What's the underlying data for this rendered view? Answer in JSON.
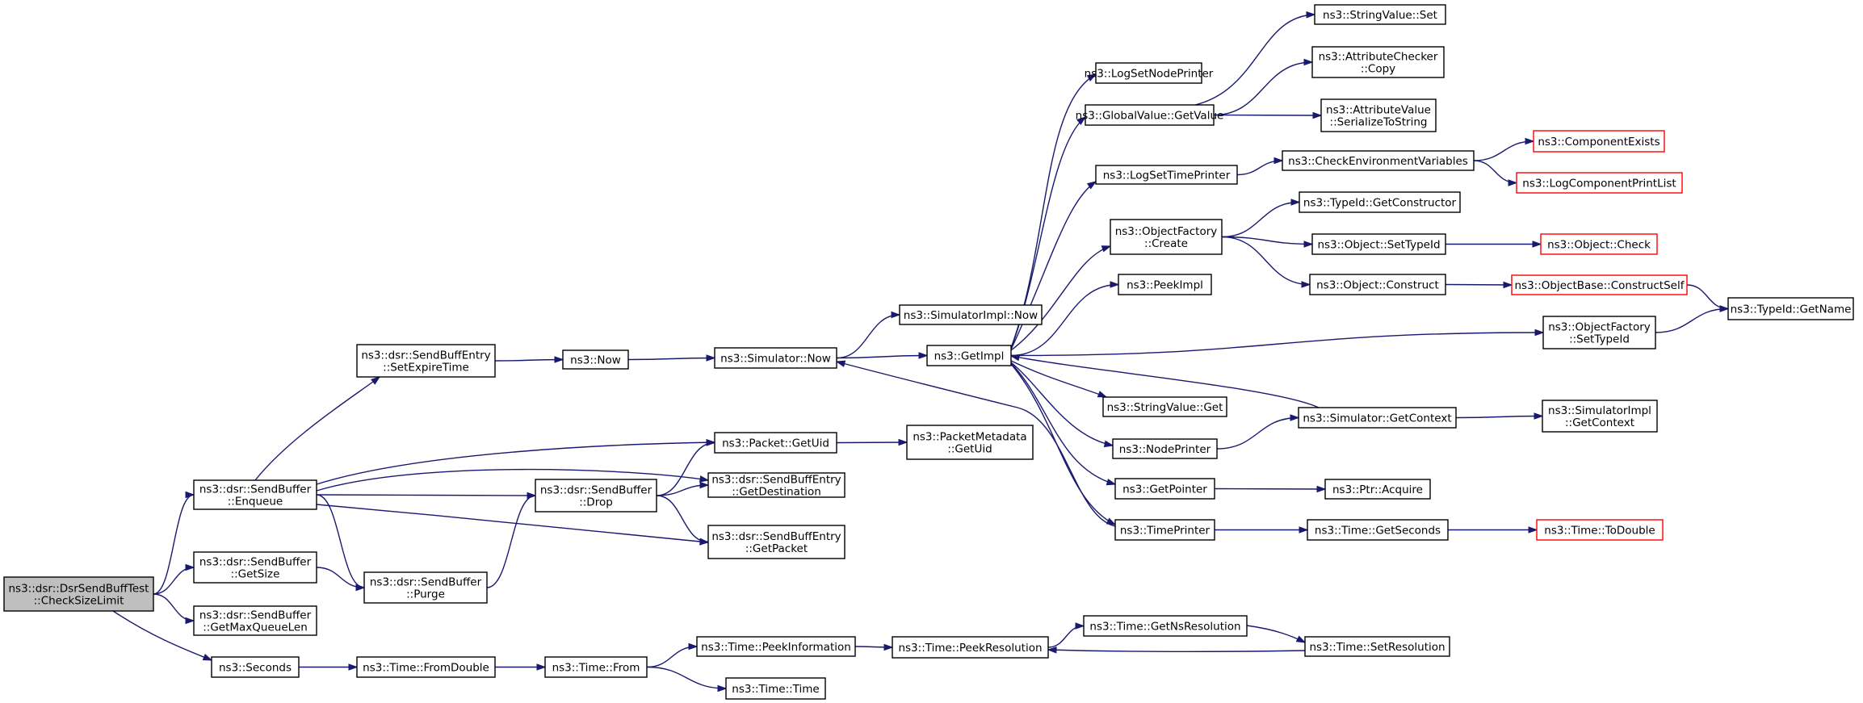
{
  "colors": {
    "edge": "#191970",
    "border_default": "#000000",
    "border_truncated": "#ff0000",
    "fill_root": "#bfbfbf",
    "fill_default": "#ffffff"
  },
  "nodes": [
    {
      "id": "root",
      "lines": [
        "ns3::dsr::DsrSendBuffTest",
        "::CheckSizeLimit"
      ],
      "kind": "root"
    },
    {
      "id": "enqueue",
      "lines": [
        "ns3::dsr::SendBuffer",
        "::Enqueue"
      ]
    },
    {
      "id": "getsize",
      "lines": [
        "ns3::dsr::SendBuffer",
        "::GetSize"
      ]
    },
    {
      "id": "getmaxq",
      "lines": [
        "ns3::dsr::SendBuffer",
        "::GetMaxQueueLen"
      ]
    },
    {
      "id": "seconds",
      "lines": [
        "ns3::Seconds"
      ]
    },
    {
      "id": "setexpire",
      "lines": [
        "ns3::dsr::SendBuffEntry",
        "::SetExpireTime"
      ]
    },
    {
      "id": "purge",
      "lines": [
        "ns3::dsr::SendBuffer",
        "::Purge"
      ]
    },
    {
      "id": "fromdouble",
      "lines": [
        "ns3::Time::FromDouble"
      ]
    },
    {
      "id": "now",
      "lines": [
        "ns3::Now"
      ]
    },
    {
      "id": "drop",
      "lines": [
        "ns3::dsr::SendBuffer",
        "::Drop"
      ]
    },
    {
      "id": "timefrom",
      "lines": [
        "ns3::Time::From"
      ]
    },
    {
      "id": "simnow",
      "lines": [
        "ns3::Simulator::Now"
      ]
    },
    {
      "id": "pktuid",
      "lines": [
        "ns3::Packet::GetUid"
      ]
    },
    {
      "id": "getdest",
      "lines": [
        "ns3::dsr::SendBuffEntry",
        "::GetDestination"
      ]
    },
    {
      "id": "getpacket",
      "lines": [
        "ns3::dsr::SendBuffEntry",
        "::GetPacket"
      ]
    },
    {
      "id": "peekinfo",
      "lines": [
        "ns3::Time::PeekInformation"
      ]
    },
    {
      "id": "timetime",
      "lines": [
        "ns3::Time::Time"
      ]
    },
    {
      "id": "simimplnow",
      "lines": [
        "ns3::SimulatorImpl::Now"
      ]
    },
    {
      "id": "getimpl",
      "lines": [
        "ns3::GetImpl"
      ]
    },
    {
      "id": "pmuid",
      "lines": [
        "ns3::PacketMetadata",
        "::GetUid"
      ]
    },
    {
      "id": "peekres",
      "lines": [
        "ns3::Time::PeekResolution"
      ]
    },
    {
      "id": "lognode",
      "lines": [
        "ns3::LogSetNodePrinter"
      ]
    },
    {
      "id": "gvget",
      "lines": [
        "ns3::GlobalValue::GetValue"
      ]
    },
    {
      "id": "logtime",
      "lines": [
        "ns3::LogSetTimePrinter"
      ]
    },
    {
      "id": "ofcreate",
      "lines": [
        "ns3::ObjectFactory",
        "::Create"
      ]
    },
    {
      "id": "peekimpl",
      "lines": [
        "ns3::PeekImpl"
      ]
    },
    {
      "id": "svget",
      "lines": [
        "ns3::StringValue::Get"
      ]
    },
    {
      "id": "nodeprinter",
      "lines": [
        "ns3::NodePrinter"
      ]
    },
    {
      "id": "getpointer",
      "lines": [
        "ns3::GetPointer"
      ]
    },
    {
      "id": "timeprinter",
      "lines": [
        "ns3::TimePrinter"
      ]
    },
    {
      "id": "getnsres",
      "lines": [
        "ns3::Time::GetNsResolution"
      ]
    },
    {
      "id": "svset",
      "lines": [
        "ns3::StringValue::Set"
      ]
    },
    {
      "id": "accopy",
      "lines": [
        "ns3::AttributeChecker",
        "::Copy"
      ]
    },
    {
      "id": "avser",
      "lines": [
        "ns3::AttributeValue",
        "::SerializeToString"
      ]
    },
    {
      "id": "checkenv",
      "lines": [
        "ns3::CheckEnvironmentVariables"
      ]
    },
    {
      "id": "tidctor",
      "lines": [
        "ns3::TypeId::GetConstructor"
      ]
    },
    {
      "id": "objsettid",
      "lines": [
        "ns3::Object::SetTypeId"
      ]
    },
    {
      "id": "objconstruct",
      "lines": [
        "ns3::Object::Construct"
      ]
    },
    {
      "id": "simgetctx",
      "lines": [
        "ns3::Simulator::GetContext"
      ]
    },
    {
      "id": "ptracquire",
      "lines": [
        "ns3::Ptr::Acquire"
      ]
    },
    {
      "id": "getseconds",
      "lines": [
        "ns3::Time::GetSeconds"
      ]
    },
    {
      "id": "setres",
      "lines": [
        "ns3::Time::SetResolution"
      ]
    },
    {
      "id": "ofsettid",
      "lines": [
        "ns3::ObjectFactory",
        "::SetTypeId"
      ]
    },
    {
      "id": "compexists",
      "lines": [
        "ns3::ComponentExists"
      ],
      "kind": "truncated"
    },
    {
      "id": "logcomplist",
      "lines": [
        "ns3::LogComponentPrintList"
      ],
      "kind": "truncated"
    },
    {
      "id": "objcheck",
      "lines": [
        "ns3::Object::Check"
      ],
      "kind": "truncated"
    },
    {
      "id": "obconstruct",
      "lines": [
        "ns3::ObjectBase::ConstructSelf"
      ],
      "kind": "truncated"
    },
    {
      "id": "simimplctx",
      "lines": [
        "ns3::SimulatorImpl",
        "::GetContext"
      ]
    },
    {
      "id": "todouble",
      "lines": [
        "ns3::Time::ToDouble"
      ],
      "kind": "truncated"
    },
    {
      "id": "tidname",
      "lines": [
        "ns3::TypeId::GetName"
      ]
    }
  ],
  "edges": [
    [
      "root",
      "enqueue"
    ],
    [
      "root",
      "getsize"
    ],
    [
      "root",
      "getmaxq"
    ],
    [
      "root",
      "seconds"
    ],
    [
      "enqueue",
      "setexpire"
    ],
    [
      "enqueue",
      "pktuid"
    ],
    [
      "enqueue",
      "getdest"
    ],
    [
      "enqueue",
      "drop"
    ],
    [
      "enqueue",
      "purge"
    ],
    [
      "enqueue",
      "getpacket"
    ],
    [
      "getsize",
      "purge"
    ],
    [
      "seconds",
      "fromdouble"
    ],
    [
      "setexpire",
      "now"
    ],
    [
      "purge",
      "drop"
    ],
    [
      "fromdouble",
      "timefrom"
    ],
    [
      "now",
      "simnow"
    ],
    [
      "drop",
      "pktuid"
    ],
    [
      "drop",
      "getdest"
    ],
    [
      "drop",
      "getpacket"
    ],
    [
      "timefrom",
      "peekinfo"
    ],
    [
      "timefrom",
      "timetime"
    ],
    [
      "simnow",
      "simimplnow"
    ],
    [
      "simnow",
      "getimpl"
    ],
    [
      "pktuid",
      "pmuid"
    ],
    [
      "peekinfo",
      "peekres"
    ],
    [
      "getimpl",
      "lognode"
    ],
    [
      "getimpl",
      "gvget"
    ],
    [
      "getimpl",
      "logtime"
    ],
    [
      "getimpl",
      "ofcreate"
    ],
    [
      "getimpl",
      "peekimpl"
    ],
    [
      "getimpl",
      "ofsettid"
    ],
    [
      "getimpl",
      "svget"
    ],
    [
      "getimpl",
      "nodeprinter"
    ],
    [
      "getimpl",
      "getpointer"
    ],
    [
      "getimpl",
      "timeprinter"
    ],
    [
      "peekres",
      "getnsres"
    ],
    [
      "gvget",
      "svset"
    ],
    [
      "gvget",
      "accopy"
    ],
    [
      "gvget",
      "avser"
    ],
    [
      "logtime",
      "checkenv"
    ],
    [
      "ofcreate",
      "tidctor"
    ],
    [
      "ofcreate",
      "objsettid"
    ],
    [
      "ofcreate",
      "objconstruct"
    ],
    [
      "nodeprinter",
      "simgetctx"
    ],
    [
      "getpointer",
      "ptracquire"
    ],
    [
      "timeprinter",
      "simnow"
    ],
    [
      "timeprinter",
      "getseconds"
    ],
    [
      "getnsres",
      "setres"
    ],
    [
      "checkenv",
      "compexists"
    ],
    [
      "checkenv",
      "logcomplist"
    ],
    [
      "objsettid",
      "objcheck"
    ],
    [
      "objconstruct",
      "obconstruct"
    ],
    [
      "simgetctx",
      "getimpl"
    ],
    [
      "simgetctx",
      "simimplctx"
    ],
    [
      "getseconds",
      "todouble"
    ],
    [
      "setres",
      "peekres"
    ],
    [
      "obconstruct",
      "tidname"
    ],
    [
      "ofsettid",
      "tidname"
    ]
  ]
}
